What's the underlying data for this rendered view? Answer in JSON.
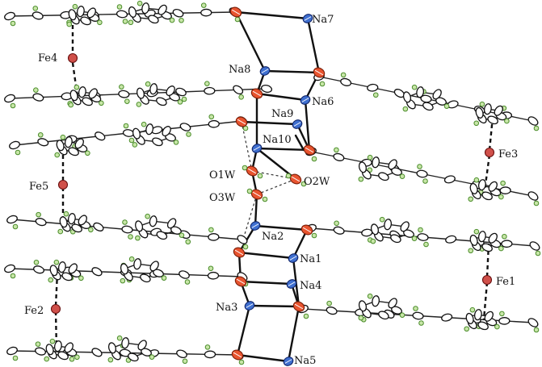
{
  "labels": {
    "na7": "Na7",
    "na8": "Na8",
    "na6": "Na6",
    "na9": "Na9",
    "na10": "Na10",
    "na2": "Na2",
    "na1": "Na1",
    "na4": "Na4",
    "na3": "Na3",
    "na5": "Na5",
    "fe1": "Fe1",
    "fe2": "Fe2",
    "fe3": "Fe3",
    "fe4": "Fe4",
    "fe5": "Fe5",
    "o1w": "O1W",
    "o2w": "O2W",
    "o3w": "O3W"
  },
  "colors": {
    "oxygen": "#e8542f",
    "sodium": "#3f6fd0",
    "iron": "#d0504a",
    "hydrogen": "#c8e6a8",
    "carbon": "#ffffff"
  }
}
